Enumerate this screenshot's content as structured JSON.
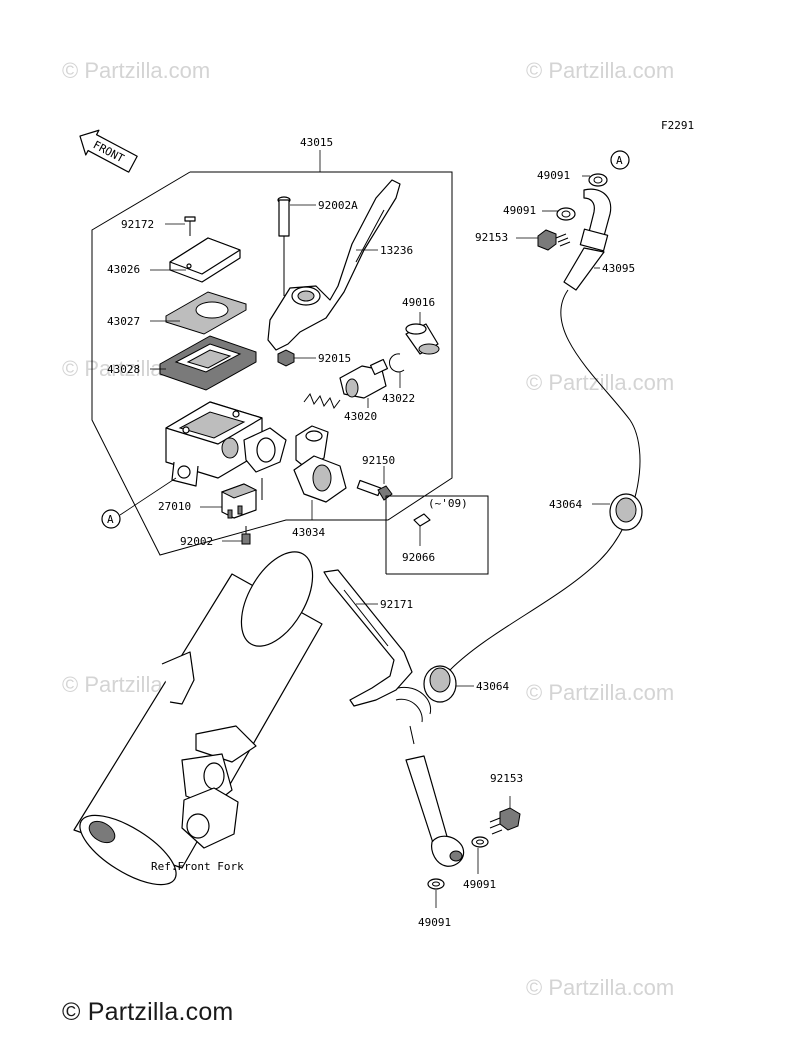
{
  "diagram_code": "F2291",
  "front_label": "FRONT",
  "ref_label": "Ref.Front Fork",
  "year_note": "(~'09)",
  "callout_a": "A",
  "brand": "© Partzilla.com",
  "watermark": "© Partzilla.com",
  "labels": {
    "p43015": "43015",
    "p92172": "92172",
    "p92002a": "92002A",
    "p13236": "13236",
    "p43026": "43026",
    "p43027": "43027",
    "p49016": "49016",
    "p43028": "43028",
    "p92015": "92015",
    "p43022": "43022",
    "p43020": "43020",
    "p92150": "92150",
    "p27010": "27010",
    "p43034": "43034",
    "p92002": "92002",
    "p92066": "92066",
    "p92171": "92171",
    "p49091_a": "49091",
    "p49091_b": "49091",
    "p92153_a": "92153",
    "p43095": "43095",
    "p43064_a": "43064",
    "p43064_b": "43064",
    "p92153_b": "92153",
    "p49091_c": "49091",
    "p49091_d": "49091"
  }
}
